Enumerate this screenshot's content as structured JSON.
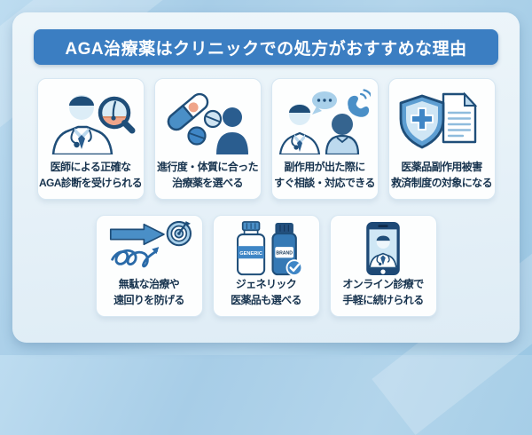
{
  "title": "AGA治療薬はクリニックでの処方がおすすめな理由",
  "colors": {
    "banner_blue": "#3b7ec2",
    "outer_background": "#a9cfe8",
    "panel_background": "#e9f3f9",
    "card_background": "#fdfefe",
    "text_navy": "#18344f",
    "icon_navy": "#1f4e79",
    "icon_blue": "#3f86c6",
    "icon_light_blue": "#bcd9ee",
    "icon_salmon": "#f0a58a"
  },
  "cards": [
    {
      "icon": "doctor-magnifier-icon",
      "line1": "医師による正確な",
      "line2": "AGA診断を受けられる"
    },
    {
      "icon": "pills-person-icon",
      "line1": "進行度・体質に合った",
      "line2": "治療薬を選べる"
    },
    {
      "icon": "doctor-consult-icon",
      "line1": "副作用が出た際に",
      "line2": "すぐ相談・対応できる"
    },
    {
      "icon": "shield-document-icon",
      "line1": "医薬品副作用被害",
      "line2": "救済制度の対象になる"
    },
    {
      "icon": "arrow-target-icon",
      "line1": "無駄な治療や",
      "line2": "遠回りを防げる"
    },
    {
      "icon": "generic-brand-bottles-icon",
      "line1": "ジェネリック",
      "line2": "医薬品も選べる"
    },
    {
      "icon": "online-doctor-phone-icon",
      "line1": "オンライン診療で",
      "line2": "手軽に続けられる"
    }
  ],
  "icon_labels": {
    "generic": "GENERIC",
    "brand": "BRAND"
  }
}
